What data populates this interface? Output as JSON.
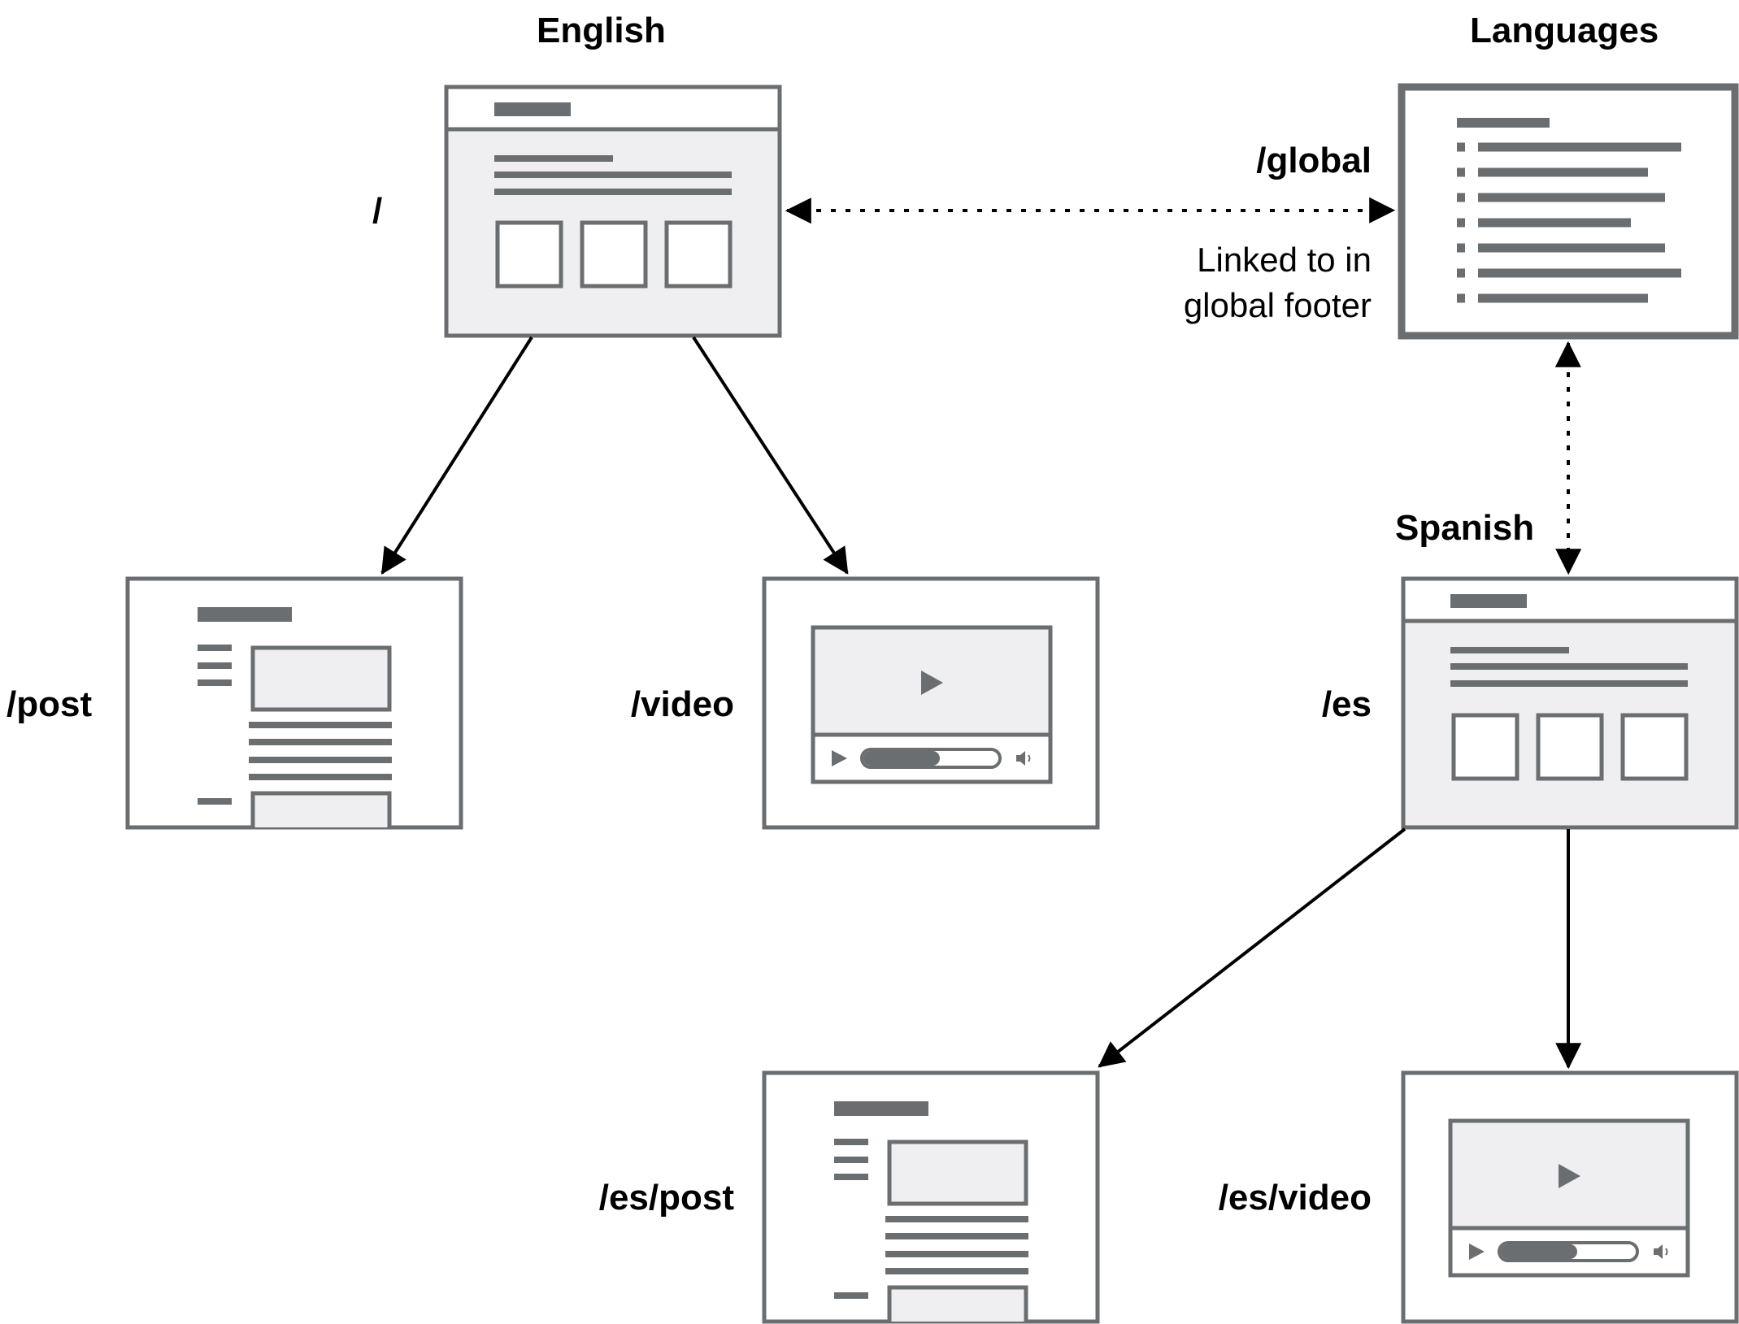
{
  "headers": {
    "english": "English",
    "languages": "Languages",
    "spanish": "Spanish"
  },
  "paths": {
    "root": "/",
    "global": "/global",
    "post": "/post",
    "video": "/video",
    "es": "/es",
    "es_post": "/es/post",
    "es_video": "/es/video"
  },
  "annotation": {
    "line1": "Linked to in",
    "line2": "global footer"
  },
  "colors": {
    "frame": "#6b6e70",
    "fill": "#efeff1",
    "arrow": "#000000"
  }
}
